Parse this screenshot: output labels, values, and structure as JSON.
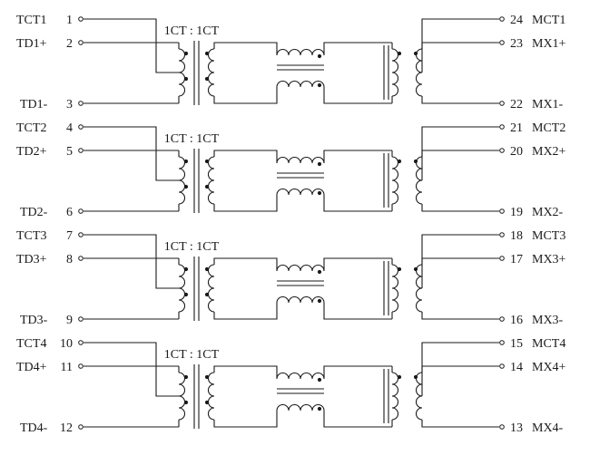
{
  "diagram": {
    "title": "Quad-channel 1CT:1CT LAN magnetics schematic",
    "channels": [
      {
        "ratio": "1CT : 1CT",
        "left": [
          {
            "name": "TCT1",
            "num": "1"
          },
          {
            "name": "TD1+",
            "num": "2"
          },
          {
            "name": "TD1-",
            "num": "3"
          }
        ],
        "right": [
          {
            "num": "24",
            "name": "MCT1"
          },
          {
            "num": "23",
            "name": "MX1+"
          },
          {
            "num": "22",
            "name": "MX1-"
          }
        ]
      },
      {
        "ratio": "1CT : 1CT",
        "left": [
          {
            "name": "TCT2",
            "num": "4"
          },
          {
            "name": "TD2+",
            "num": "5"
          },
          {
            "name": "TD2-",
            "num": "6"
          }
        ],
        "right": [
          {
            "num": "21",
            "name": "MCT2"
          },
          {
            "num": "20",
            "name": "MX2+"
          },
          {
            "num": "19",
            "name": "MX2-"
          }
        ]
      },
      {
        "ratio": "1CT : 1CT",
        "left": [
          {
            "name": "TCT3",
            "num": "7"
          },
          {
            "name": "TD3+",
            "num": "8"
          },
          {
            "name": "TD3-",
            "num": "9"
          }
        ],
        "right": [
          {
            "num": "18",
            "name": "MCT3"
          },
          {
            "num": "17",
            "name": "MX3+"
          },
          {
            "num": "16",
            "name": "MX3-"
          }
        ]
      },
      {
        "ratio": "1CT : 1CT",
        "left": [
          {
            "name": "TCT4",
            "num": "10"
          },
          {
            "name": "TD4+",
            "num": "11"
          },
          {
            "name": "TD4-",
            "num": "12"
          }
        ],
        "right": [
          {
            "num": "15",
            "name": "MCT4"
          },
          {
            "num": "14",
            "name": "MX4+"
          },
          {
            "num": "13",
            "name": "MX4-"
          }
        ]
      }
    ]
  }
}
